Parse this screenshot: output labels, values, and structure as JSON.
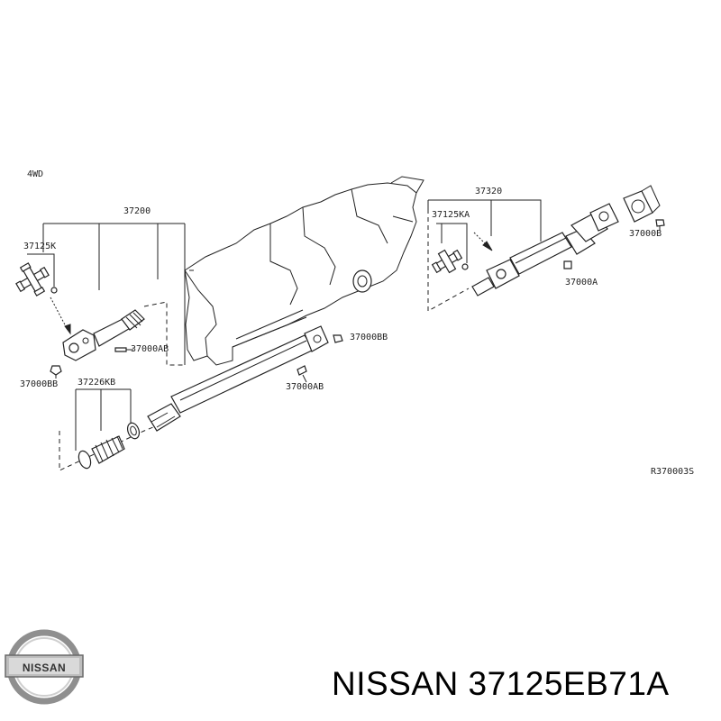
{
  "diagram": {
    "variant_label": "4WD",
    "reference_code": "R370003S",
    "labels": {
      "front_shaft": "37200",
      "rear_shaft": "37320",
      "front_joint_kit": "37125K",
      "rear_joint_kit": "37125KA",
      "boot_kit": "37226KB",
      "bolt_front_upper": "37000AB",
      "bolt_front_lower": "37000BB",
      "bolt_center_upper": "37000BB",
      "bolt_center_lower": "37000AB",
      "bolt_rear_right": "37000B",
      "bolt_rear_mid": "37000A"
    }
  },
  "logo": {
    "text": "NISSAN"
  },
  "footer": {
    "title": "NISSAN 37125EB71A"
  }
}
